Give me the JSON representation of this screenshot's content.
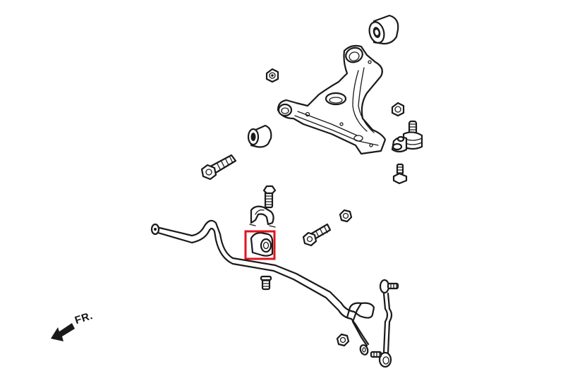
{
  "diagram": {
    "type": "exploded-parts-view",
    "subject": "front suspension lower control arm and stabilizer bar assembly",
    "direction_indicator": {
      "label": "FR.",
      "icon": "arrow-left-down-icon"
    },
    "highlight": {
      "color": "#e0141e",
      "part": "stabilizer-bar-bushing"
    },
    "parts": [
      {
        "id": "control-arm-rear-bushing",
        "name": "Control arm rear bushing"
      },
      {
        "id": "lower-control-arm",
        "name": "Lower control arm"
      },
      {
        "id": "control-arm-front-bushing",
        "name": "Control arm front bushing"
      },
      {
        "id": "flange-nut-upper",
        "name": "Flange nut"
      },
      {
        "id": "ball-joint-nut",
        "name": "Ball joint nut"
      },
      {
        "id": "ball-joint",
        "name": "Ball joint"
      },
      {
        "id": "ball-joint-bolt",
        "name": "Ball joint bolt"
      },
      {
        "id": "long-flange-bolt-upper",
        "name": "Flange bolt"
      },
      {
        "id": "bracket-bolt",
        "name": "Bracket bolt"
      },
      {
        "id": "stabilizer-bracket",
        "name": "Stabilizer bar bracket"
      },
      {
        "id": "stabilizer-bar-bushing",
        "name": "Stabilizer bar bushing"
      },
      {
        "id": "flange-nut-middle",
        "name": "Flange nut"
      },
      {
        "id": "long-flange-bolt-lower",
        "name": "Flange bolt"
      },
      {
        "id": "stabilizer-bar",
        "name": "Stabilizer bar"
      },
      {
        "id": "stud",
        "name": "Stud"
      },
      {
        "id": "stabilizer-link",
        "name": "Stabilizer link"
      },
      {
        "id": "link-nut",
        "name": "Link nut"
      }
    ],
    "colors": {
      "line": "#1a1a1a",
      "background": "#ffffff",
      "highlight": "#e0141e"
    }
  }
}
